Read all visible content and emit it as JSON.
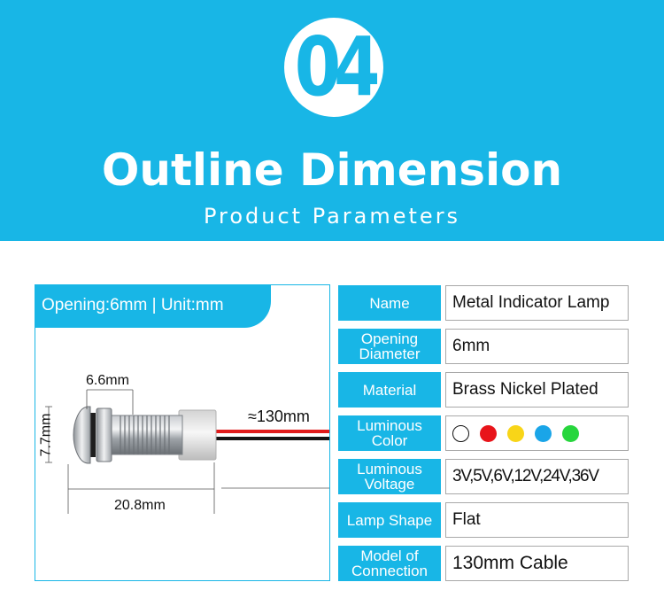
{
  "header": {
    "badge_number": "04",
    "title": "Outline Dimension",
    "subtitle": "Product Parameters"
  },
  "diagram": {
    "opening_label": "Opening:6mm | Unit:mm",
    "dim_head": "6.6mm",
    "dim_height": "7.7mm",
    "dim_length": "20.8mm",
    "dim_cable": "≈130mm"
  },
  "specs": [
    {
      "label": "Name",
      "value": "Metal Indicator Lamp"
    },
    {
      "label": "Opening Diameter",
      "value": "6mm"
    },
    {
      "label": "Material",
      "value": "Brass Nickel Plated"
    },
    {
      "label": "Luminous Color",
      "value": ""
    },
    {
      "label": "Luminous Voltage",
      "value": "3V,5V,6V,12V,24V,36V"
    },
    {
      "label": "Lamp Shape",
      "value": "Flat"
    },
    {
      "label": "Model of Connection",
      "value": "130mm Cable"
    }
  ],
  "colors": {
    "accent": "#18b6e6",
    "luminous": [
      "#ffffff",
      "#e8141a",
      "#f8d518",
      "#1aa5e8",
      "#27d63d"
    ]
  }
}
